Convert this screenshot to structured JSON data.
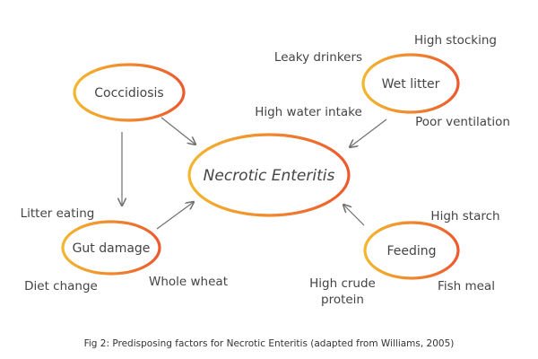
{
  "colors": {
    "ring_start": "#f3b62f",
    "ring_end": "#ec5a2e",
    "arrow": "#707070",
    "text": "#444444"
  },
  "nodes": {
    "main": {
      "label": "Necrotic Enteritis"
    },
    "coccidiosis": {
      "label": "Coccidiosis"
    },
    "wet_litter": {
      "label": "Wet litter"
    },
    "gut_damage": {
      "label": "Gut damage"
    },
    "feeding": {
      "label": "Feeding"
    }
  },
  "factors": {
    "wet_litter": [
      "High stocking",
      "Leaky drinkers",
      "High water intake",
      "Poor ventilation"
    ],
    "gut_damage": [
      "Litter eating",
      "Diet change",
      "Whole wheat"
    ],
    "feeding": [
      "High starch",
      "High crude",
      "protein",
      "Fish meal"
    ]
  },
  "caption": "Fig 2: Predisposing factors for Necrotic Enteritis (adapted from Williams, 2005)"
}
